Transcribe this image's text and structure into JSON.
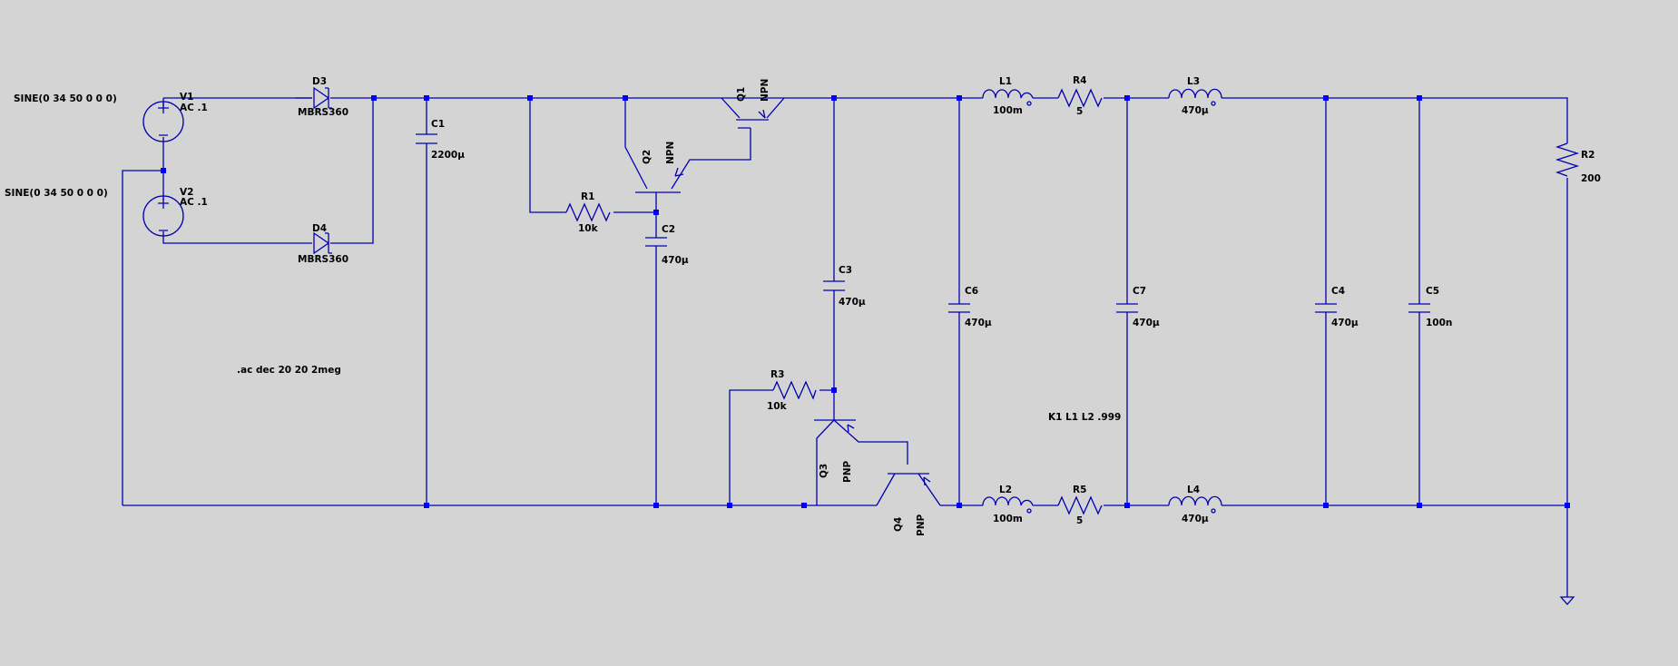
{
  "colors": {
    "background": "#d4d4d4",
    "wire": "#0000b0",
    "junction": "#0000ff",
    "text": "#000000"
  },
  "sources": {
    "v1": {
      "name": "V1",
      "ac": "AC .1",
      "spec": "SINE(0 34 50 0 0 0)"
    },
    "v2": {
      "name": "V2",
      "ac": "AC .1",
      "spec": "SINE(0 34 50 0 0 0)"
    }
  },
  "diodes": {
    "d3": {
      "name": "D3",
      "model": "MBRS360"
    },
    "d4": {
      "name": "D4",
      "model": "MBRS360"
    }
  },
  "transistors": {
    "q1": {
      "name": "Q1",
      "type": "NPN"
    },
    "q2": {
      "name": "Q2",
      "type": "NPN"
    },
    "q3": {
      "name": "Q3",
      "type": "PNP"
    },
    "q4": {
      "name": "Q4",
      "type": "PNP"
    }
  },
  "resistors": {
    "r1": {
      "name": "R1",
      "value": "10k"
    },
    "r2": {
      "name": "R2",
      "value": "200"
    },
    "r3": {
      "name": "R3",
      "value": "10k"
    },
    "r4": {
      "name": "R4",
      "value": "5"
    },
    "r5": {
      "name": "R5",
      "value": "5"
    }
  },
  "capacitors": {
    "c1": {
      "name": "C1",
      "value": "2200µ"
    },
    "c2": {
      "name": "C2",
      "value": "470µ"
    },
    "c3": {
      "name": "C3",
      "value": "470µ"
    },
    "c4": {
      "name": "C4",
      "value": "470µ"
    },
    "c5": {
      "name": "C5",
      "value": "100n"
    },
    "c6": {
      "name": "C6",
      "value": "470µ"
    },
    "c7": {
      "name": "C7",
      "value": "470µ"
    }
  },
  "inductors": {
    "l1": {
      "name": "L1",
      "value": "100m"
    },
    "l2": {
      "name": "L2",
      "value": "100m"
    },
    "l3": {
      "name": "L3",
      "value": "470µ"
    },
    "l4": {
      "name": "L4",
      "value": "470µ"
    }
  },
  "directives": {
    "ac": ".ac dec 20 20 2meg",
    "coupling": "K1 L1 L2 .999"
  }
}
